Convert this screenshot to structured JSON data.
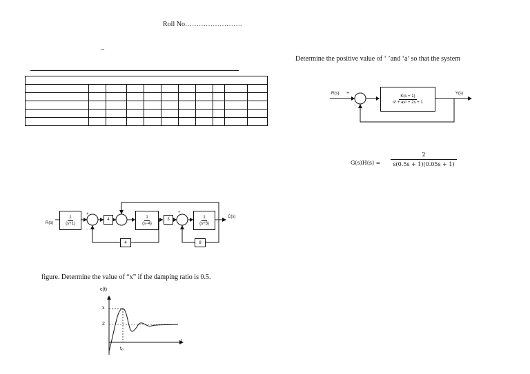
{
  "header": {
    "roll_no": "Roll No……………………."
  },
  "dash": "–",
  "q_right": {
    "text": "Determine the positive value of ‘    ’and ‘a’ so that the system"
  },
  "block_a": {
    "input": "R(s)",
    "plus": "+",
    "minus": "-",
    "output": "Y(s)",
    "tf_num": "K(s + 1)",
    "tf_den": "s³ + as² + 2s + 1"
  },
  "eq": {
    "lhs": "G(s)H(s) =",
    "num": "2",
    "den": "s(0.5s + 1)(0.05s + 1)"
  },
  "block_b": {
    "input": "R(s)",
    "output": "C(s)",
    "g1_num": "1",
    "g1_den": "(s+1)",
    "k4": "4",
    "g2_num": "1",
    "g2_den": "(s−4)",
    "k3": "3",
    "g3_num": "1",
    "g3_den": "(s+3)",
    "fb4": "4",
    "fb8": "8",
    "plus": "+",
    "minus": "-"
  },
  "q_bottom": {
    "text": "figure. Determine the value of “x” if the damping ratio is 0.5."
  },
  "step_plot": {
    "ylabel": "c(t)",
    "peak_label": "x",
    "final_label": "2",
    "time_label": "t",
    "tp_label": "tₚ"
  }
}
